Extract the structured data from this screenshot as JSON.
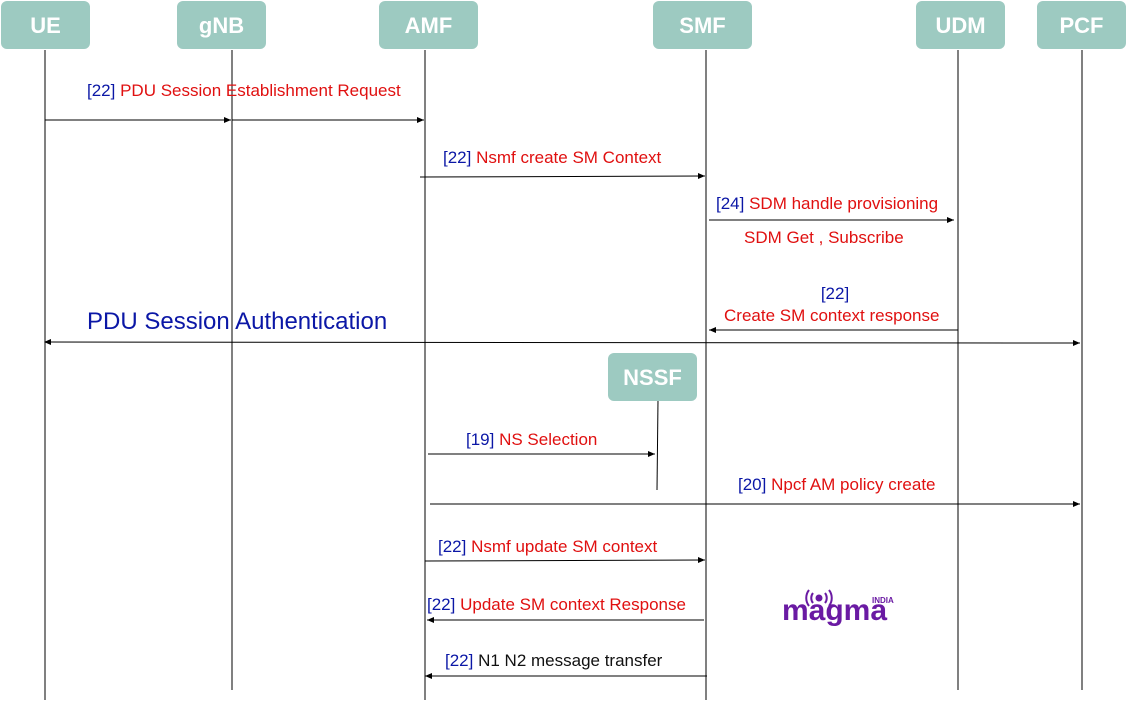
{
  "nodes": {
    "ue": "UE",
    "gnb": "gNB",
    "amf": "AMF",
    "smf": "SMF",
    "udm": "UDM",
    "pcf": "PCF",
    "nssf": "NSSF"
  },
  "messages": {
    "m1": {
      "ref": "[22]",
      "text": "PDU Session Establishment Request"
    },
    "m2": {
      "ref": "[22]",
      "text": "Nsmf create SM Context"
    },
    "m3": {
      "ref": "[24]",
      "text": "SDM handle provisioning",
      "sub": "SDM Get , Subscribe"
    },
    "m4": {
      "ref": "[22]",
      "text": "Create SM context response"
    },
    "m5": {
      "text": "PDU Session Authentication"
    },
    "m6": {
      "ref": "[19]",
      "text": "NS Selection"
    },
    "m7": {
      "ref": "[20]",
      "text": "Npcf AM policy create"
    },
    "m8": {
      "ref": "[22]",
      "text": "Nsmf update SM context"
    },
    "m9": {
      "ref": "[22]",
      "text": "Update SM context Response"
    },
    "m10": {
      "ref": "[22]",
      "text": "N1 N2 message transfer"
    }
  },
  "logo": {
    "word": "magma",
    "tag": "INDIA"
  },
  "colors": {
    "node": "#9dcac1",
    "ref": "#0b17a6",
    "text": "#e01010",
    "logo": "#6a1aa3"
  }
}
